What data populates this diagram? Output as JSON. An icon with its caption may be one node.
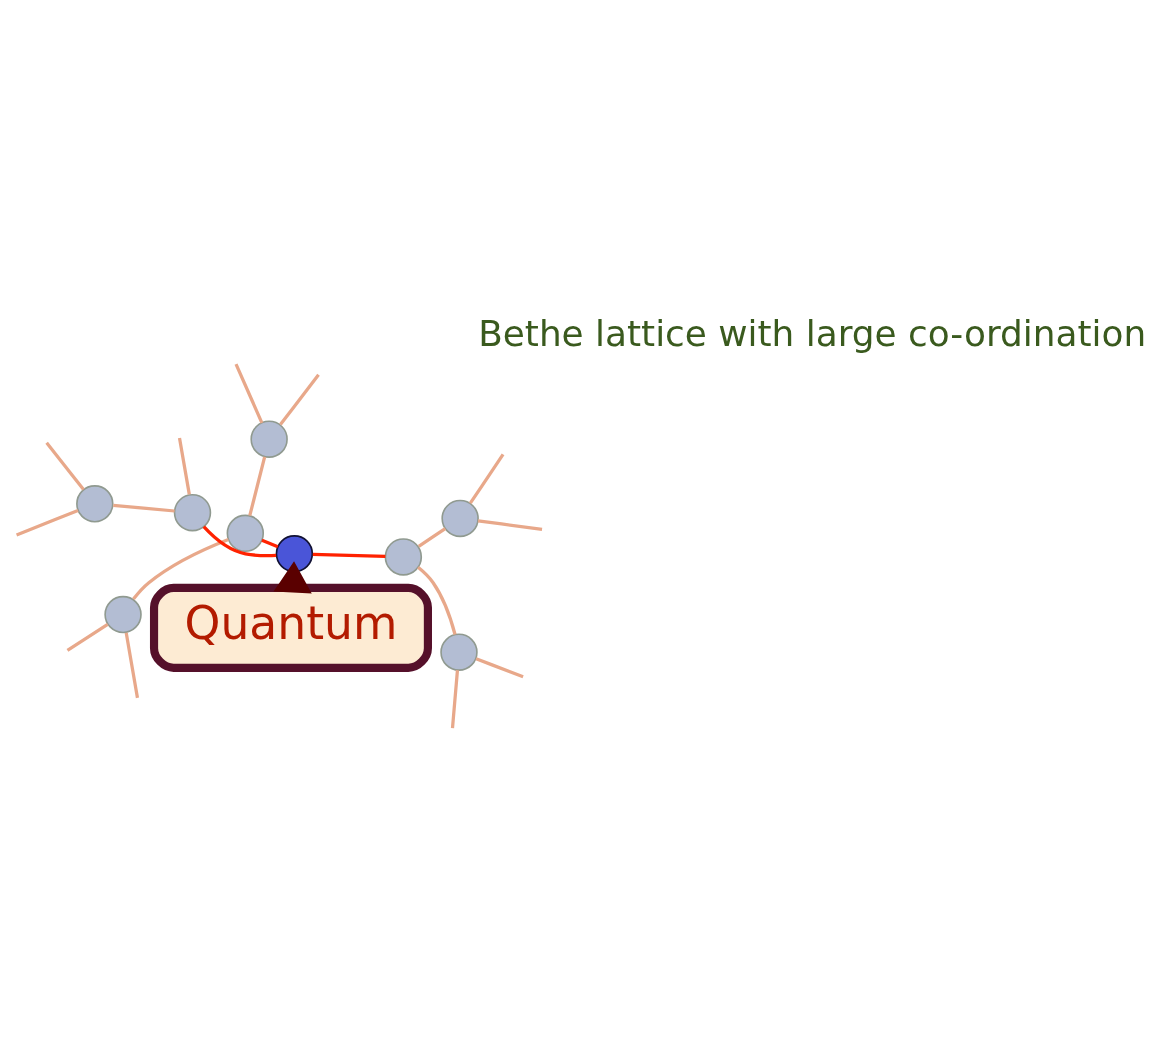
{
  "diagram": {
    "nodes": [
      {
        "text": [],
        "shape": "circle"
      },
      {
        "text": [],
        "shape": "circle"
      },
      {
        "text": [],
        "shape": "circle"
      },
      {
        "text": [],
        "shape": "circle"
      },
      {
        "text": [],
        "shape": "circle"
      },
      {
        "text": [],
        "shape": "circle"
      },
      {
        "text": [],
        "shape": "circle"
      },
      {
        "text": [],
        "shape": "circle"
      },
      {
        "text": [],
        "shape": "circle"
      },
      {
        "text": [
          "Quantum"
        ]
      }
    ],
    "edges": [
      {
        "from": null,
        "to": 0,
        "arrow": "none"
      },
      {
        "from": null,
        "to": 0,
        "arrow": "none"
      },
      {
        "from": null,
        "to": 1,
        "arrow": "none"
      },
      {
        "from": null,
        "to": 1,
        "arrow": "none"
      },
      {
        "from": null,
        "to": 2,
        "arrow": "none"
      },
      {
        "from": null,
        "to": 2,
        "arrow": "none"
      },
      {
        "from": 0,
        "to": 4,
        "arrow": "none"
      },
      {
        "from": 1,
        "to": 5,
        "arrow": "none"
      },
      {
        "from": 2,
        "to": 5,
        "arrow": "none"
      },
      {
        "from": null,
        "to": 3,
        "arrow": "none"
      },
      {
        "from": null,
        "to": 3,
        "arrow": "none"
      },
      {
        "from": 3,
        "to": 4,
        "arrow": "none"
      },
      {
        "from": 4,
        "to": 6,
        "arrow": "none",
        "color": "#ff2200"
      },
      {
        "from": 5,
        "to": 6,
        "arrow": "none",
        "color": "#ff2200"
      },
      {
        "from": 6,
        "to": 7,
        "arrow": "none",
        "color": "#ff2200"
      },
      {
        "from": 7,
        "to": null,
        "arrow": "none"
      },
      {
        "from": 7,
        "to": 8,
        "arrow": "none"
      },
      {
        "from": 8,
        "to": null,
        "arrow": "none"
      },
      {
        "from": 8,
        "to": null,
        "arrow": "none"
      },
      {
        "from": 9,
        "to": 6,
        "arrow": "to",
        "style": "thick",
        "color": "#5a0000"
      }
    ],
    "labels": [
      "Bethe lattice with large co-ordination"
    ]
  }
}
